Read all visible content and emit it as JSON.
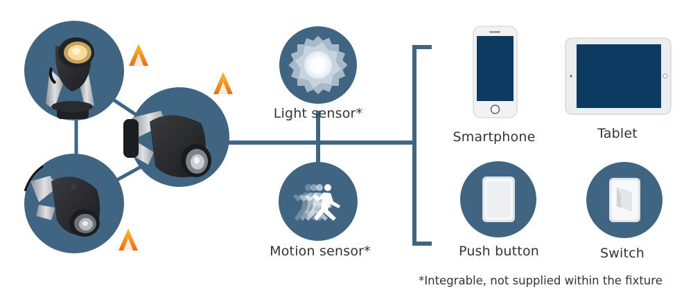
{
  "colors": {
    "circle": "#3f6583",
    "connector": "#3f6583",
    "fixture_body": "#2c2d30",
    "bracket": "#b9bcc0",
    "screen": "#0c3a60",
    "device_frame": "#e9eaec",
    "button_body": "#eef0f2",
    "flame_outer": "#ef7a1a",
    "flame_inner": "#f8b21f"
  },
  "fixtures": [
    {
      "name": "fixture-spotlight-top",
      "icon": "spotlight-icon"
    },
    {
      "name": "fixture-spotlight-middle",
      "icon": "spotlight-icon"
    },
    {
      "name": "fixture-spotlight-bottom",
      "icon": "spotlight-icon"
    }
  ],
  "sensors": {
    "light": {
      "label": "Light sensor*",
      "icon": "light-burst-icon"
    },
    "motion": {
      "label": "Motion sensor*",
      "icon": "running-person-icon"
    }
  },
  "controls": {
    "smartphone": {
      "label": "Smartphone",
      "icon": "smartphone-icon"
    },
    "tablet": {
      "label": "Tablet",
      "icon": "tablet-icon"
    },
    "push_button": {
      "label": "Push button",
      "icon": "push-button-icon"
    },
    "switch": {
      "label": "Switch",
      "icon": "rocker-switch-icon"
    }
  },
  "footnote": "*Integrable, not supplied within the fixture"
}
